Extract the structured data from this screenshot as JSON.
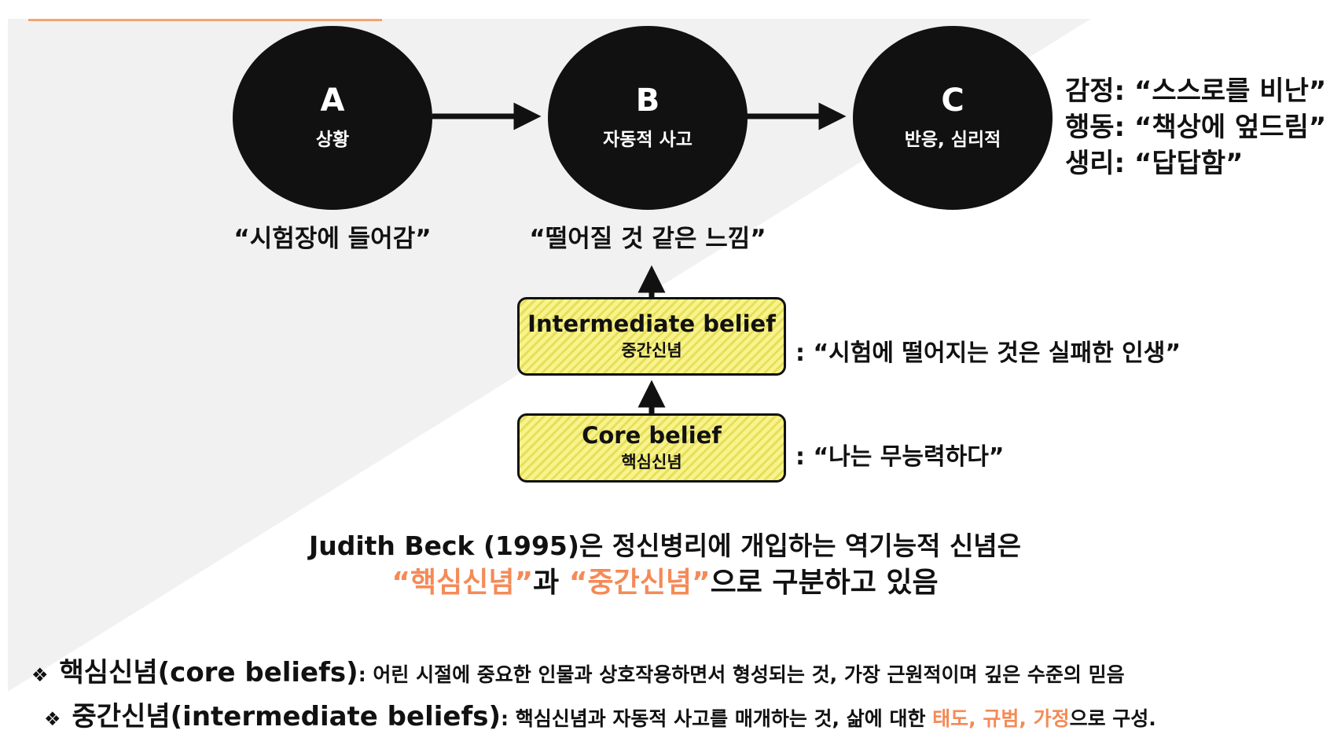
{
  "nodes": [
    {
      "letter": "A",
      "sub": "상황"
    },
    {
      "letter": "B",
      "sub": "자동적 사고"
    },
    {
      "letter": "C",
      "sub": "반응, 심리적"
    }
  ],
  "captions": {
    "a": "“시험장에 들어감”",
    "b": "“떨어질 것 같은 느낌”"
  },
  "responses": [
    "감정: “스스로를 비난”",
    "행동: “책상에 엎드림”",
    "생리: “답답함”"
  ],
  "beliefs": {
    "intermediate": {
      "en": "Intermediate belief",
      "ko": "중간신념",
      "note": ": “시험에 떨어지는 것은 실패한 인생”"
    },
    "core": {
      "en": "Core belief",
      "ko": "핵심신념",
      "note": ": “나는 무능력하다”"
    }
  },
  "statement": {
    "line1": "Judith Beck (1995)은 정신병리에 개입하는 역기능적 신념은",
    "core_term": "“핵심신념”",
    "connector": "과 ",
    "mid_term": "“중간신념”",
    "rest": "으로 구분하고 있음"
  },
  "definitions": [
    {
      "bullet": "❖",
      "term": "핵심신념(core beliefs)",
      "desc": ": 어린 시절에 중요한 인물과 상호작용하면서 형성되는 것, 가장 근원적이며 깊은 수준의 믿음"
    },
    {
      "bullet": "❖",
      "term": "중간신념(intermediate beliefs)",
      "desc": ": 핵심신념과 자동적 사고를 매개하는 것, 삶에 대한 ",
      "highlight": "태도, 규범, 가정",
      "tail": "으로 구성."
    }
  ],
  "colors": {
    "accent": "#f58a57",
    "node": "#111111",
    "box_fill": "#f8f38a"
  }
}
